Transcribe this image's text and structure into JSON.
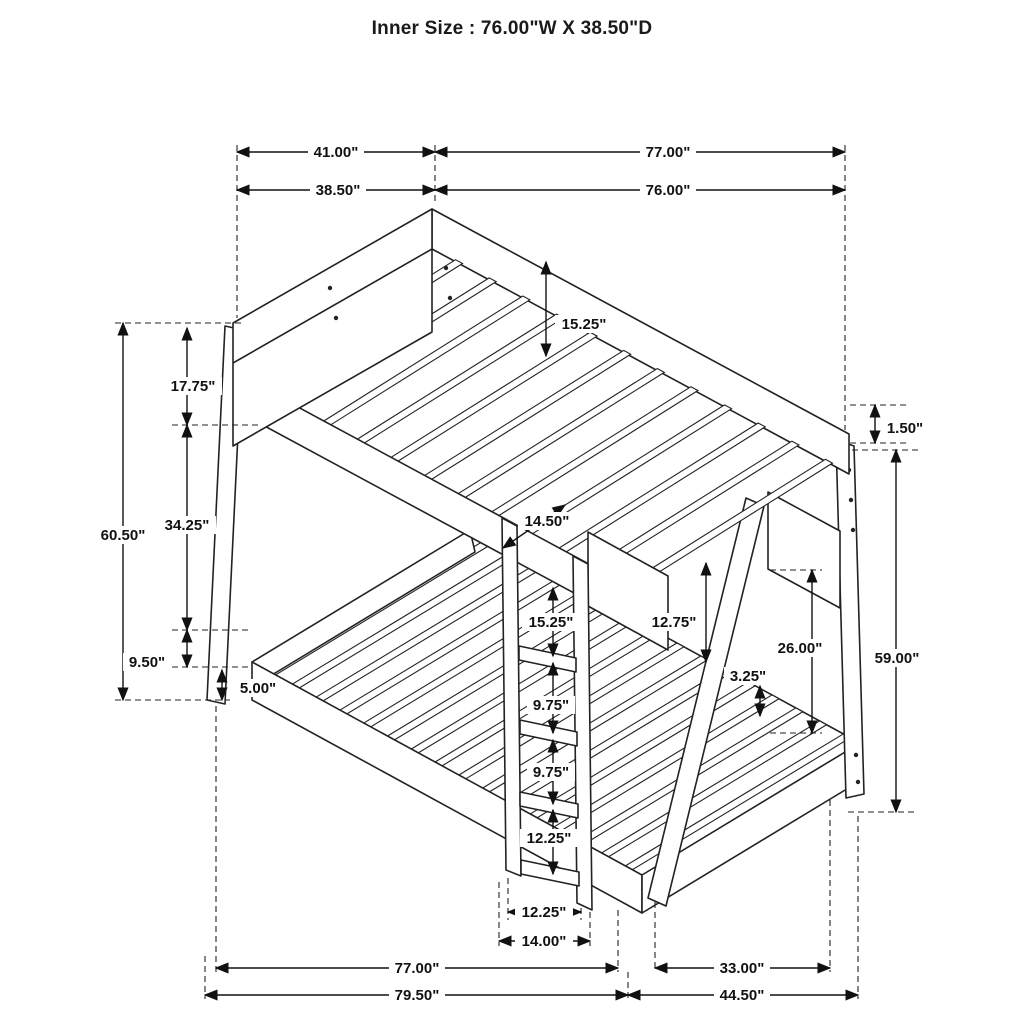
{
  "title": "Inner Size : 76.00\"W X  38.50\"D",
  "dims": {
    "w41": "41.00\"",
    "w77_top": "77.00\"",
    "w3850": "38.50\"",
    "w76": "76.00\"",
    "h1525_slat": "15.25\"",
    "h1775": "17.75\"",
    "h6050": "60.50\"",
    "h3425": "34.25\"",
    "h950": "9.50\"",
    "h500": "5.00\"",
    "h150": "1.50\"",
    "h5900": "59.00\"",
    "h2600": "26.00\"",
    "h1275": "12.75\"",
    "h325": "3.25\"",
    "d1450": "14.50\"",
    "h1525_ladder": "15.25\"",
    "h975_a": "9.75\"",
    "h975_b": "9.75\"",
    "h1225_v": "12.25\"",
    "w1225": "12.25\"",
    "w1400": "14.00\"",
    "w77_bottom": "77.00\"",
    "w33": "33.00\"",
    "w795": "79.50\"",
    "w445": "44.50\""
  }
}
